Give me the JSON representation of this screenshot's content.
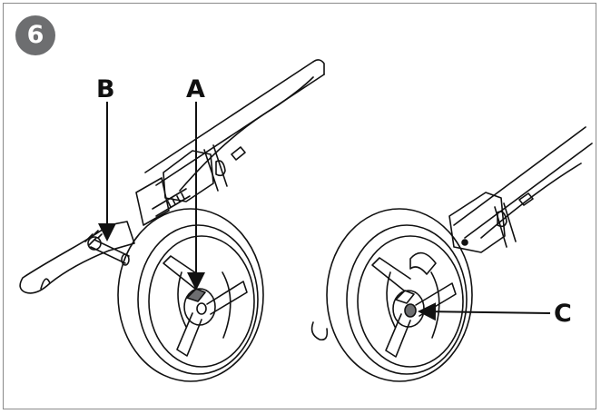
{
  "step": {
    "number": "6"
  },
  "callouts": {
    "a": "A",
    "b": "B",
    "c": "C"
  },
  "colors": {
    "badge": "#6d6e70",
    "frame": "#8a8a8a",
    "line": "#111111"
  },
  "icons": {
    "left_figure": "rollator-wheel-assembly-icon",
    "right_figure": "rollator-wheel-assembled-icon"
  }
}
